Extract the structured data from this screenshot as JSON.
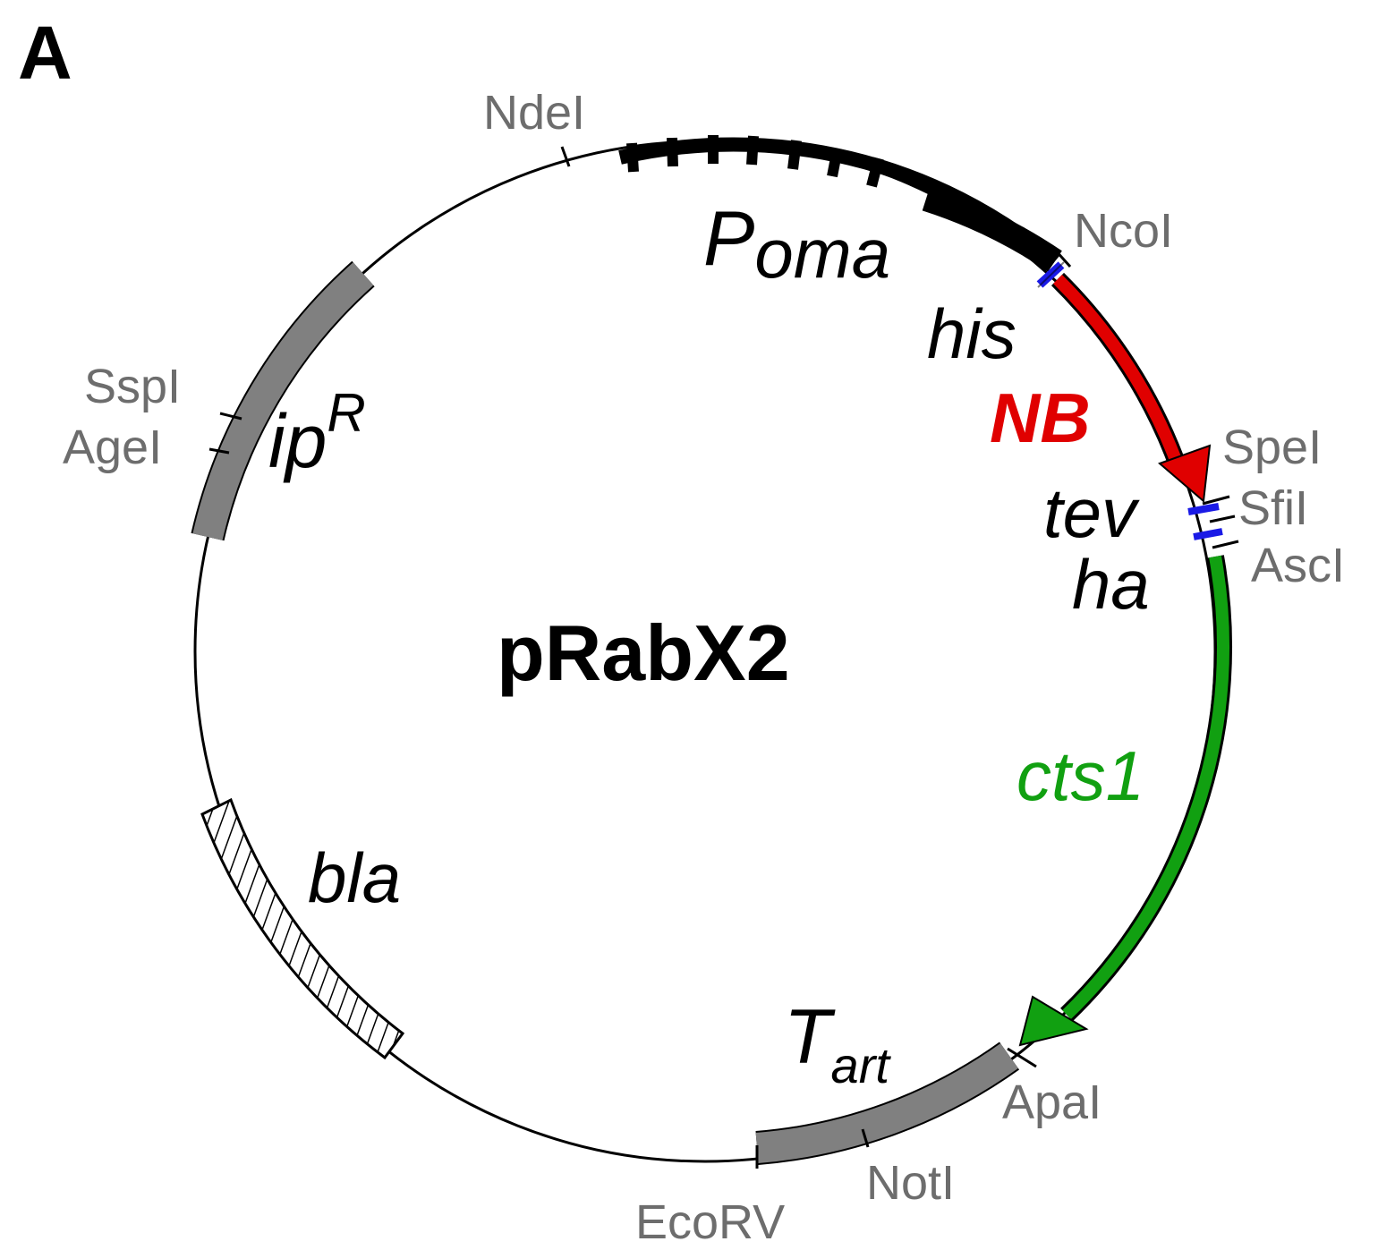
{
  "panel_label": "A",
  "plasmid_name": "pRabX2",
  "colors": {
    "backbone": "#000000",
    "promoter": "#000000",
    "tag": "#1a1ae6",
    "nb": "#e00000",
    "cts1": "#11a011",
    "gray_feature": "#808080",
    "site_text": "#6d6d6d"
  },
  "features": {
    "promoter": {
      "label_main": "P",
      "label_sub": "oma"
    },
    "his": {
      "label": "his"
    },
    "nb": {
      "label": "NB"
    },
    "tev": {
      "label": "tev"
    },
    "ha": {
      "label": "ha"
    },
    "cts1": {
      "label": "cts1"
    },
    "terminator": {
      "label_main": "T",
      "label_sub": "art"
    },
    "ipr": {
      "label_main": "ip",
      "label_sup": "R"
    },
    "bla": {
      "label": "bla"
    }
  },
  "sites": {
    "ndei": "NdeI",
    "ncoi": "NcoI",
    "spei": "SpeI",
    "sfii": "SfiI",
    "asci": "AscI",
    "apai": "ApaI",
    "noti": "NotI",
    "ecorv": "EcoRV",
    "sspi": "SspI",
    "agei": "AgeI"
  }
}
